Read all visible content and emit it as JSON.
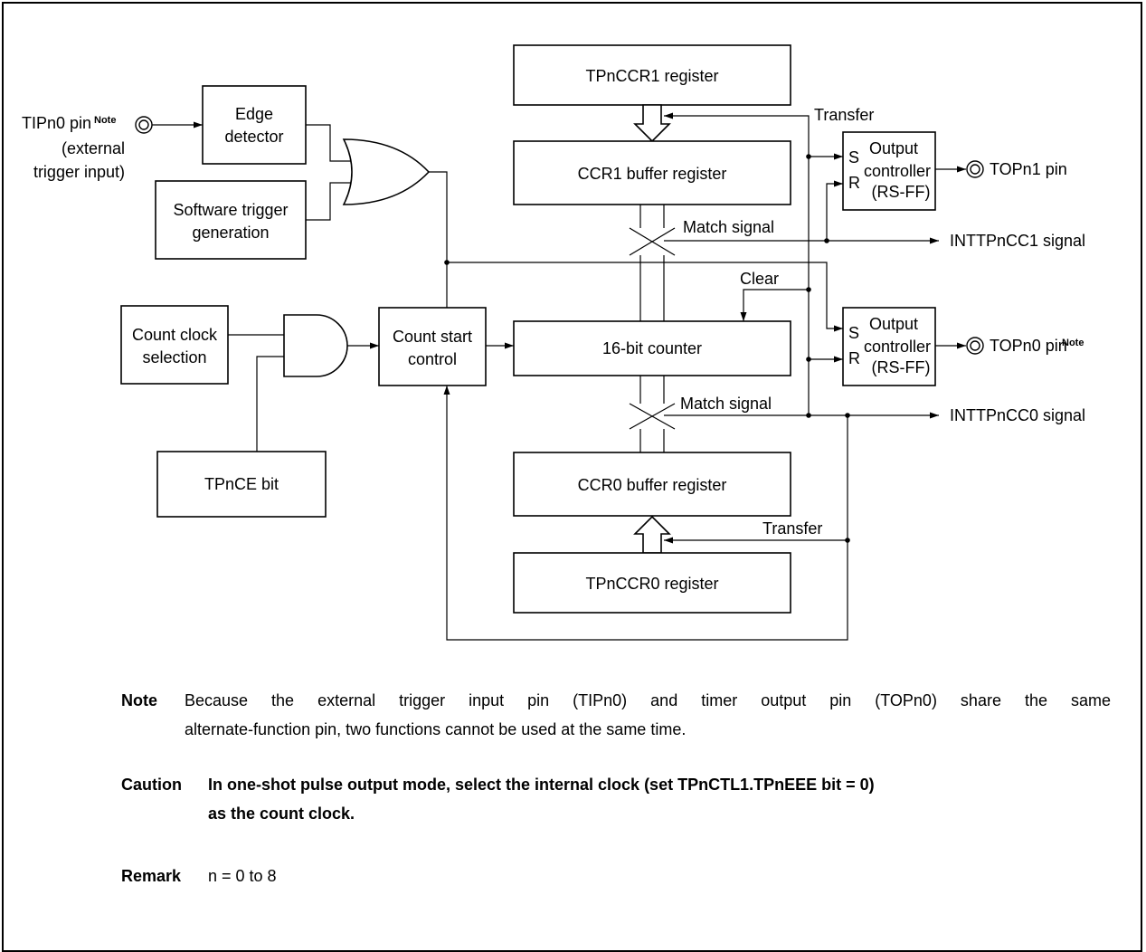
{
  "diagram": {
    "tipn0_pin": "TIPn0 pin",
    "note_sup": "Note",
    "external": "(external",
    "trigger_input": "trigger input)",
    "edge_detector": [
      "Edge",
      "detector"
    ],
    "software_trigger": [
      "Software trigger",
      "generation"
    ],
    "count_clock": [
      "Count clock",
      "selection"
    ],
    "tpnce_bit": "TPnCE bit",
    "count_start": [
      "Count start",
      "control"
    ],
    "tpnccr1": "TPnCCR1 register",
    "ccr1_buffer": "CCR1 buffer register",
    "counter": "16-bit counter",
    "ccr0_buffer": "CCR0 buffer register",
    "tpnccr0": "TPnCCR0 register",
    "transfer": "Transfer",
    "match_signal": "Match signal",
    "clear": "Clear",
    "s": "S",
    "r": "R",
    "output_controller": [
      "Output",
      "controller",
      "(RS-FF)"
    ],
    "topn1_pin": "TOPn1 pin",
    "topn0_pin": "TOPn0 pin",
    "inttpncc1": "INTTPnCC1 signal",
    "inttpncc0": "INTTPnCC0 signal"
  },
  "notes": {
    "note_label": "Note",
    "note_line1": "Because the external trigger input pin (TIPn0) and timer output pin (TOPn0) share the same",
    "note_line2": "alternate-function pin, two functions cannot be used at the same time.",
    "caution_label": "Caution",
    "caution_line1": "In one-shot pulse output mode, select the internal clock (set TPnCTL1.TPnEEE bit = 0)",
    "caution_line2": "as the count clock.",
    "remark_label": "Remark",
    "remark_text": "n = 0 to 8"
  }
}
